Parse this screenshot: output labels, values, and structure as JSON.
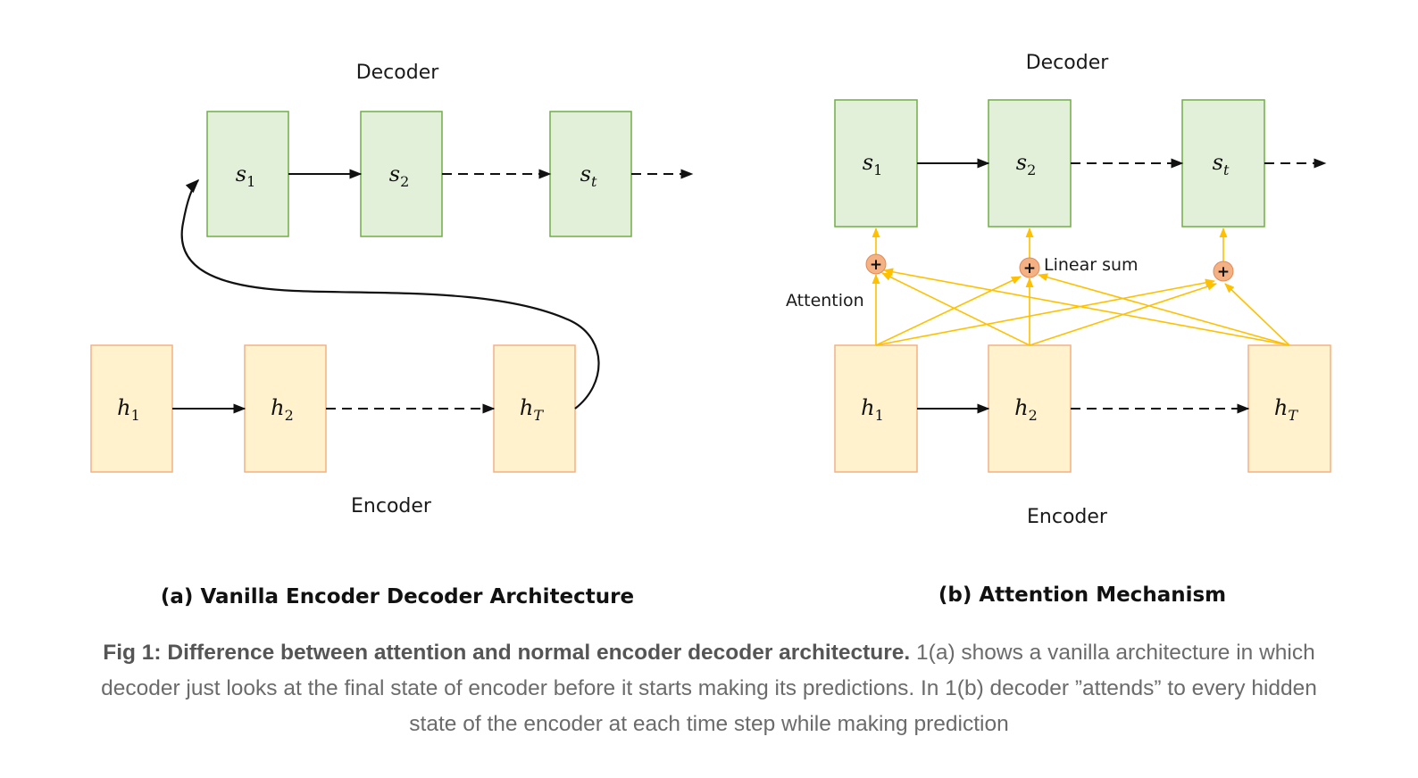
{
  "panel_a": {
    "decoder_label": "Decoder",
    "encoder_label": "Encoder",
    "subtitle": "(a) Vanilla Encoder Decoder Architecture",
    "decoder_states": [
      {
        "sym": "s",
        "sub": "1"
      },
      {
        "sym": "s",
        "sub": "2"
      },
      {
        "sym": "s",
        "sub": "t"
      }
    ],
    "encoder_states": [
      {
        "sym": "h",
        "sub": "1"
      },
      {
        "sym": "h",
        "sub": "2"
      },
      {
        "sym": "h",
        "sub": "T"
      }
    ]
  },
  "panel_b": {
    "decoder_label": "Decoder",
    "encoder_label": "Encoder",
    "attention_label": "Attention",
    "linear_sum_label": "Linear sum",
    "plus_symbol": "+",
    "subtitle": "(b) Attention Mechanism",
    "decoder_states": [
      {
        "sym": "s",
        "sub": "1"
      },
      {
        "sym": "s",
        "sub": "2"
      },
      {
        "sym": "s",
        "sub": "t"
      }
    ],
    "encoder_states": [
      {
        "sym": "h",
        "sub": "1"
      },
      {
        "sym": "h",
        "sub": "2"
      },
      {
        "sym": "h",
        "sub": "T"
      }
    ]
  },
  "caption": {
    "bold": "Fig 1: Difference between attention and normal encoder decoder architecture.",
    "text": " 1(a) shows a vanilla architecture in which decoder just looks at the final state of encoder before it starts making its predictions. In 1(b) decoder ”attends” to every hidden state of the encoder at each time step while making prediction"
  },
  "colors": {
    "decoder_fill": "#e2f0d9",
    "decoder_stroke": "#70ad47",
    "encoder_fill": "#fff2cc",
    "encoder_stroke": "#f4b183",
    "attention": "#ffc000",
    "sum_node_fill": "#f4b183",
    "arrow": "#111111"
  }
}
